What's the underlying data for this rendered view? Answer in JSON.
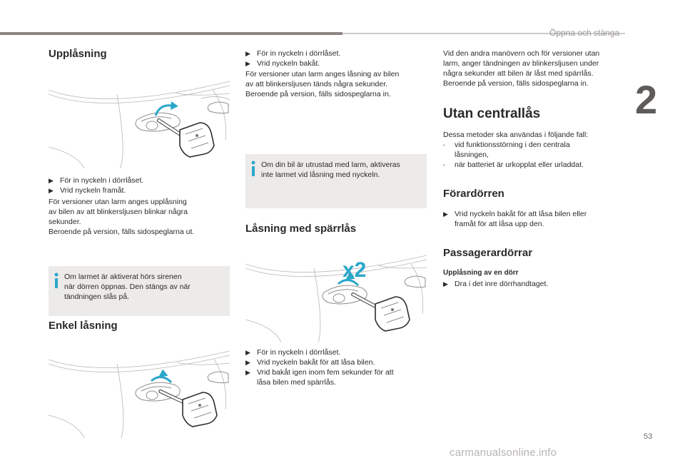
{
  "header": {
    "section_title": "Öppna och stänga",
    "chapter_number": "2"
  },
  "footer": {
    "page_number": "53",
    "watermark": "carmanualsonline.info"
  },
  "col1": {
    "unlock_title": "Upplåsning",
    "unlock_steps": [
      "För in nyckeln i dörrlåset.",
      "Vrid nyckeln framåt."
    ],
    "unlock_text": [
      "För versioner utan larm anges upplåsning",
      "av bilen av att blinkersljusen blinkar några",
      "sekunder.",
      "Beroende på version, fälls sidospeglarna ut."
    ],
    "info_alarm": [
      "Om larmet är aktiverat hörs sirenen",
      "när dörren öppnas. Den stängs av när",
      "tändningen slås på."
    ],
    "simple_lock_title": "Enkel låsning"
  },
  "col2": {
    "steps_top": [
      "För in nyckeln i dörrlåset.",
      "Vrid nyckeln bakåt."
    ],
    "text_top": [
      "För versioner utan larm anges låsning av bilen",
      "av att blinkersljusen tänds några sekunder.",
      "Beroende på version, fälls sidospeglarna in."
    ],
    "info_alarm_lock": [
      "Om din bil är utrustad med larm, aktiveras",
      "inte larmet vid låsning med nyckeln."
    ],
    "deadlock_title": "Låsning med spärrlås",
    "deadlock_badge": "x2",
    "deadlock_steps": [
      {
        "lines": [
          "För in nyckeln i dörrlåset."
        ]
      },
      {
        "lines": [
          "Vrid nyckeln bakåt för att låsa bilen."
        ]
      },
      {
        "lines": [
          "Vrid bakåt igen inom fem sekunder för att",
          "låsa bilen med spärrlås."
        ]
      }
    ]
  },
  "col3": {
    "intro": [
      "Vid den andra manövern och för versioner utan",
      "larm, anger tändningen av blinkersljusen under",
      "några sekunder att bilen är låst med spärrlås.",
      "Beroende på version, fälls sidospeglarna in."
    ],
    "no_central_title": "Utan centrallås",
    "no_central_text": "Dessa metoder ska användas i följande fall:",
    "no_central_items": [
      {
        "lines": [
          "vid funktionsstörning i den centrala",
          "låsningen,"
        ]
      },
      {
        "lines": [
          "när batteriet är urkopplat eller urladdat."
        ]
      }
    ],
    "driver_door_title": "Förardörren",
    "driver_door_steps": [
      "Vrid nyckeln bakåt för att låsa bilen eller",
      "framåt för att låsa upp den."
    ],
    "passenger_doors_title": "Passagerardörrar",
    "unlock_one_door_title": "Upplåsning av en dörr",
    "passenger_steps": [
      "Dra i det inre dörrhandtaget."
    ]
  },
  "colors": {
    "accent": "#2aa7c9",
    "text": "#2b2a29",
    "infobox_bg": "#ecebea"
  },
  "icons": {
    "step_bullet": "step-arrow-icon",
    "dash_bullet": "dash-bullet",
    "info": "info-icon"
  }
}
